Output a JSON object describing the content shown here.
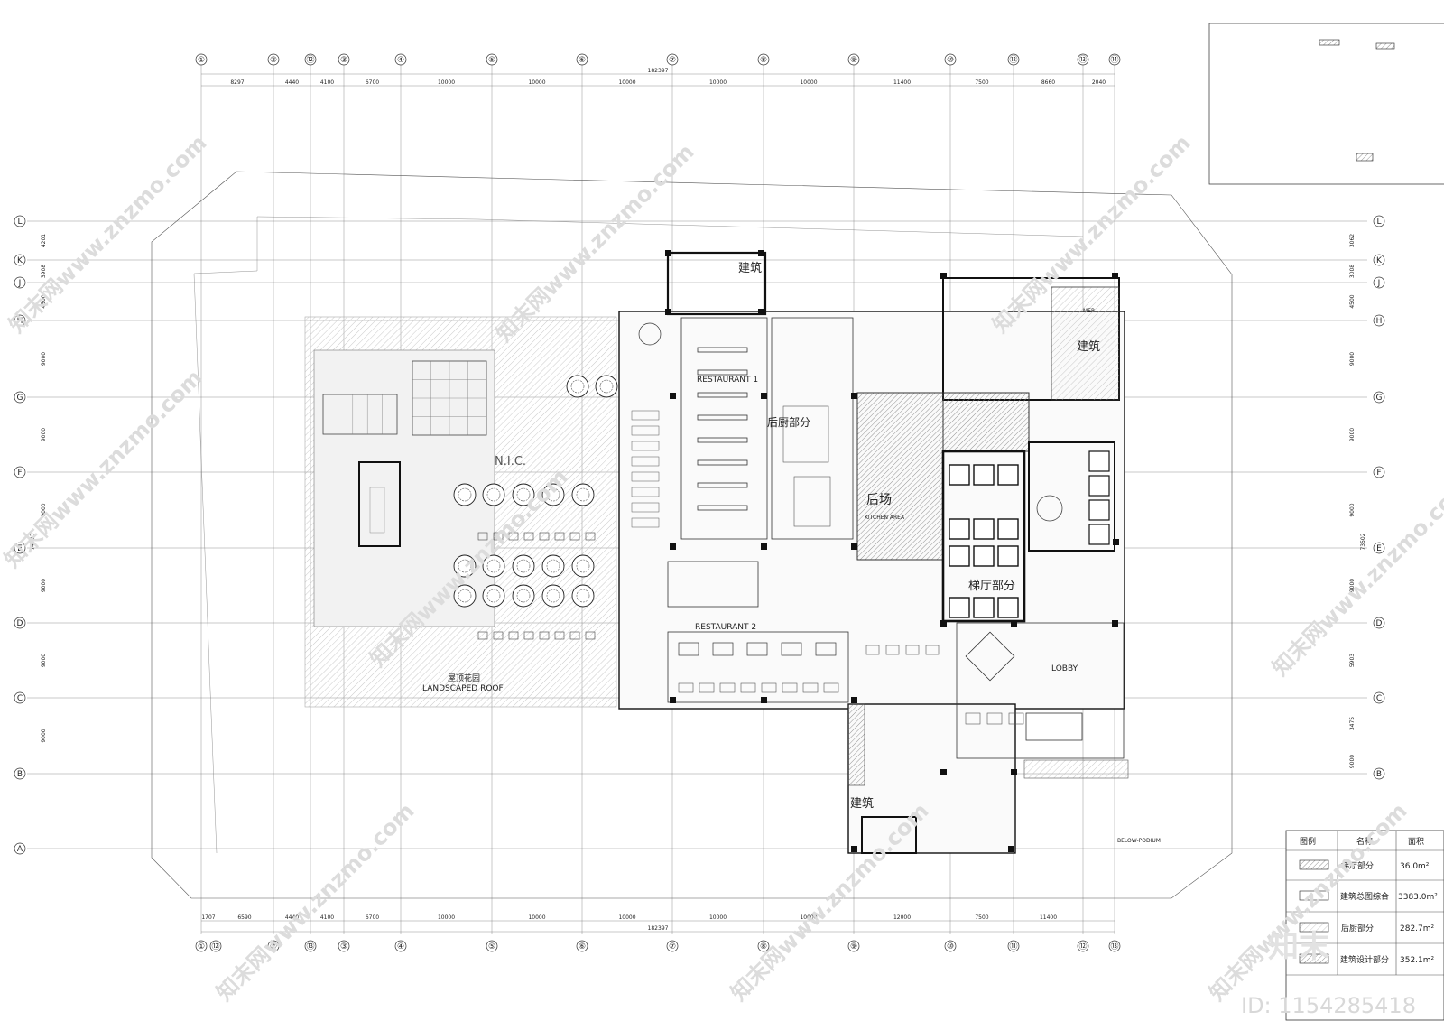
{
  "grid": {
    "columns": [
      "①",
      "⑫",
      "②",
      "⑬",
      "③",
      "④",
      "⑤",
      "⑥",
      "⑦",
      "⑧",
      "⑨",
      "⑩",
      "⑪",
      "⑫",
      "⑬",
      "⑭"
    ],
    "top_columns": [
      "①",
      "②",
      "⑫",
      "③",
      "④",
      "⑤",
      "⑥",
      "⑦",
      "⑧",
      "⑨",
      "⑩",
      "⑫",
      "⑬",
      "⑭"
    ],
    "rows": [
      "L",
      "K",
      "J",
      "H",
      "G",
      "F",
      "E",
      "D",
      "C",
      "B",
      "A"
    ],
    "top_dimensions": [
      "8297",
      "4440",
      "4100",
      "6700",
      "10000",
      "10000",
      "10000",
      "10000",
      "10000",
      "11400",
      "7500",
      "8660",
      "2040"
    ],
    "top_total": "182397",
    "bottom_dimensions": [
      "1707",
      "6590",
      "4440",
      "4100",
      "6700",
      "10000",
      "10000",
      "10000",
      "10000",
      "10000",
      "12000",
      "7500",
      "11400"
    ],
    "bottom_total": "182397",
    "left_dimensions": [
      "4201",
      "3908",
      "4500",
      "9000",
      "9000",
      "9000",
      "9000",
      "9000",
      "9000"
    ],
    "left_total": "74703",
    "right_dimensions": [
      "3062",
      "3008",
      "4500",
      "9000",
      "9000",
      "9000",
      "9000",
      "5903",
      "3475",
      "9000"
    ],
    "right_total": "73502"
  },
  "labels": {
    "restaurant1": "RESTAURANT 1",
    "restaurant2": "RESTAURANT 2",
    "nic": "N.I.C.",
    "landscaped_cn": "屋顶花园",
    "landscaped_en": "LANDSCAPED ROOF",
    "kitchen_cn": "后场",
    "kitchen_en": "KITCHEN AREA",
    "kitchen_part": "后厨部分",
    "elevator_hall": "梯厅部分",
    "lobby": "LOBBY",
    "building_top": "建筑",
    "building_right": "建筑",
    "building_bottom": "建筑",
    "mep": "MEP",
    "below_podium": "BELOW-PODIUM"
  },
  "legend": {
    "headers": [
      "图例",
      "名称",
      "面积"
    ],
    "rows": [
      {
        "name": "梯厅部分",
        "area": "36.0m²"
      },
      {
        "name": "建筑总图综合",
        "area": "3383.0m²"
      },
      {
        "name": "后厨部分",
        "area": "282.7m²"
      },
      {
        "name": "建筑设计部分",
        "area": "352.1m²"
      }
    ]
  },
  "watermark": {
    "text": "znzmo.com",
    "site_cn": "知末网www.znzmo.com",
    "logo": "知末",
    "id": "ID: 1154285418"
  },
  "colors": {
    "line": "#555555",
    "hatch": "#cfcfcf",
    "wall": "#111111",
    "watermark": "#dcdcdc"
  }
}
